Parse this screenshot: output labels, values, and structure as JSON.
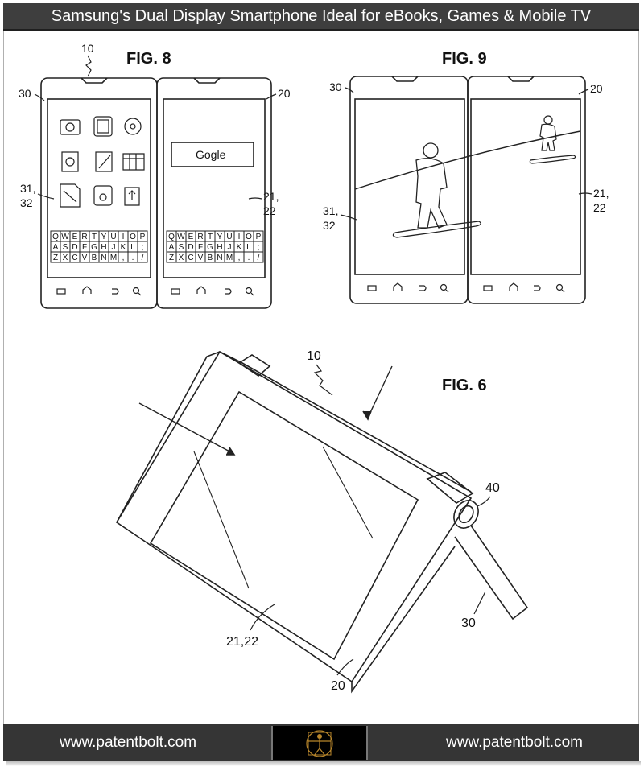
{
  "header": {
    "title": "Samsung's Dual Display Smartphone Ideal for eBooks, Games & Mobile TV"
  },
  "fig8": {
    "title": "FIG. 8",
    "ref_device": "10",
    "ref_left": "30",
    "ref_right": "20",
    "ref_left_screen_a": "31,",
    "ref_left_screen_b": "32",
    "ref_right_screen_a": "21,",
    "ref_right_screen_b": "22",
    "search_text": "Gogle",
    "keyboard_rows": [
      [
        "Q",
        "W",
        "E",
        "R",
        "T",
        "Y",
        "U",
        "I",
        "O",
        "P"
      ],
      [
        "A",
        "S",
        "D",
        "F",
        "G",
        "H",
        "J",
        "K",
        "L",
        ";"
      ],
      [
        "Z",
        "X",
        "C",
        "V",
        "B",
        "N",
        "M",
        ",",
        ".",
        "/"
      ]
    ]
  },
  "fig9": {
    "title": "FIG. 9",
    "ref_left": "30",
    "ref_right": "20",
    "ref_left_screen_a": "31,",
    "ref_left_screen_b": "32",
    "ref_right_screen_a": "21,",
    "ref_right_screen_b": "22"
  },
  "fig6": {
    "title": "FIG. 6",
    "ref_device": "10",
    "ref_hinge": "40",
    "ref_back": "30",
    "ref_screen": "21,22",
    "ref_front": "20"
  },
  "footer": {
    "url_left": "www.patentbolt.com",
    "url_right": "www.patentbolt.com"
  }
}
